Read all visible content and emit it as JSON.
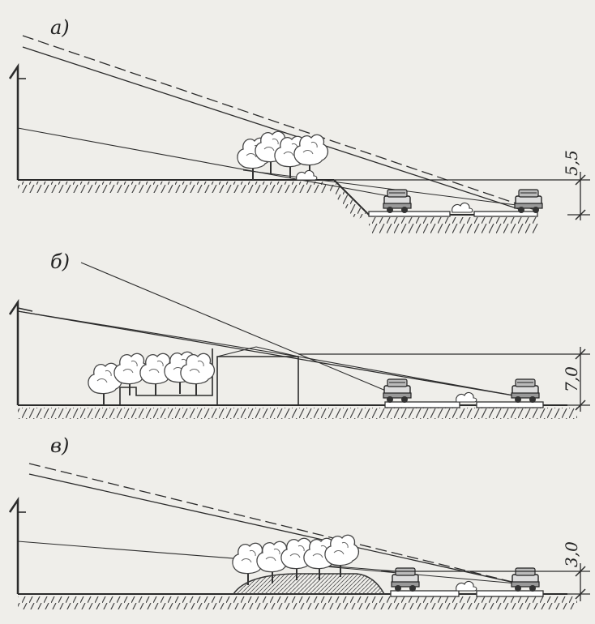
{
  "figure": {
    "colors": {
      "background": "#efeeea",
      "ink": "#2b2b2b",
      "tree": "#555555"
    },
    "panels": [
      {
        "id": "a",
        "label": "а)",
        "dimension": "5,5"
      },
      {
        "id": "b",
        "label": "б)",
        "dimension": "7,0"
      },
      {
        "id": "c",
        "label": "в)",
        "dimension": "3,0"
      }
    ]
  }
}
